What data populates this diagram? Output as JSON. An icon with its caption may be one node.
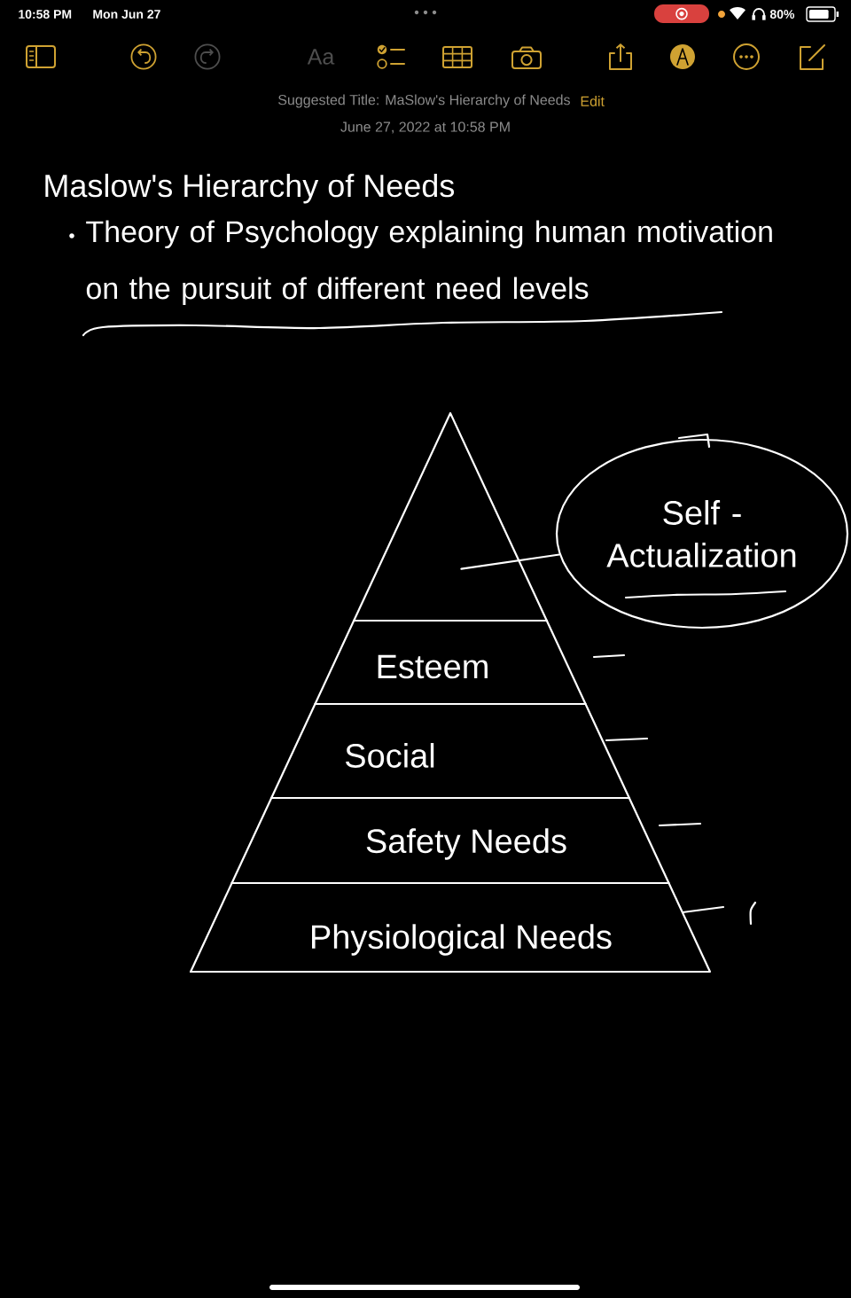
{
  "diagram": {
    "title": "Maslow's Hierarchy of Needs",
    "nodes": [
      {
        "text": [],
        "shape": "triangle"
      },
      {
        "text": [
          "Esteem"
        ]
      },
      {
        "text": [
          "Social"
        ]
      },
      {
        "text": [
          "Safety Needs"
        ]
      },
      {
        "text": [
          "Physiological Needs"
        ]
      },
      {
        "text": [
          "Self - Actualization"
        ]
      }
    ],
    "edges": [
      {
        "from": 5,
        "to": 0,
        "arrow": "none"
      }
    ],
    "labels": [
      "10:58 PM",
      "Mon Jun 27",
      "80%",
      "Aa",
      "Suggested Title: MaSlow's Hierarchy of Needs",
      "Edit",
      "June 27, 2022 at 10:58 PM",
      "Theory of Psychology explaining human motivation on the pursuit of different need levels"
    ]
  }
}
